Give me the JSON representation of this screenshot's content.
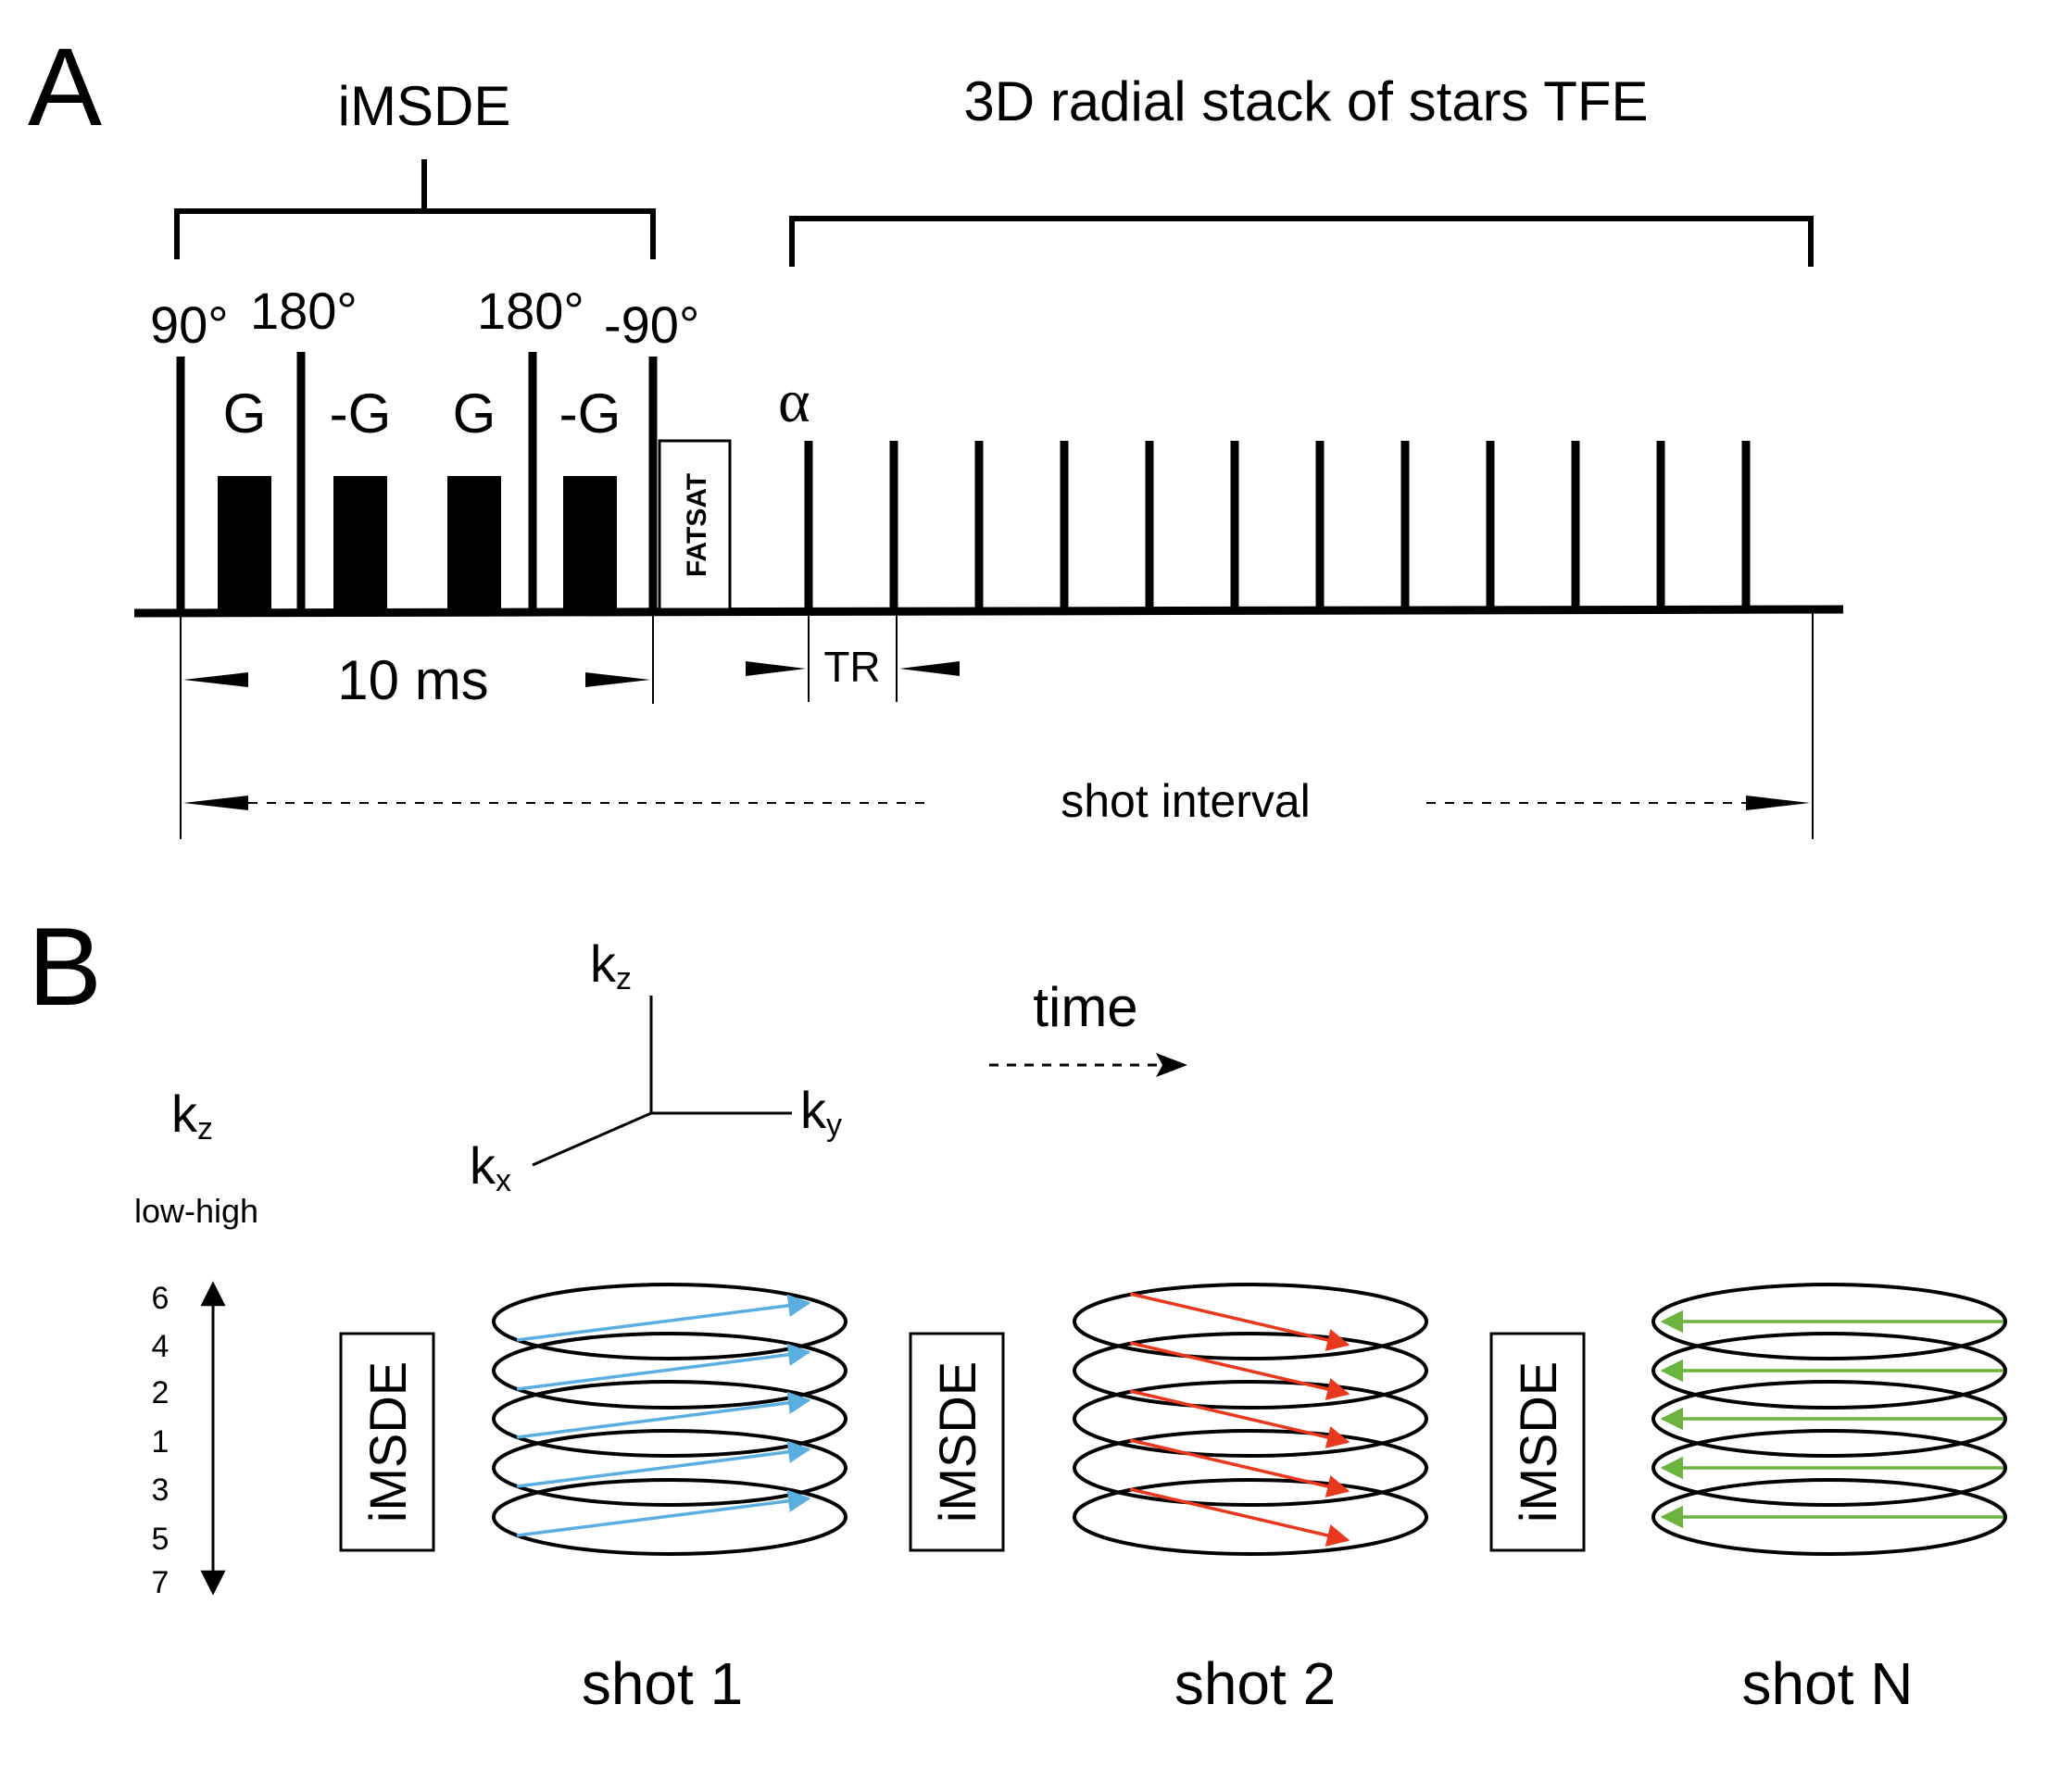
{
  "panel_a": {
    "panel_label": "A",
    "imsde_title": "iMSDE",
    "readout_title": "3D radial stack of stars TFE",
    "rf_labels": {
      "p90": "90°",
      "p180a": "180°",
      "p180b": "180°",
      "pm90": "-90°",
      "alpha": "α"
    },
    "gradient_labels": [
      "G",
      "-G",
      "G",
      "-G"
    ],
    "fatsat_label": "FATSAT",
    "duration_label": "10 ms",
    "tr_label": "TR",
    "shot_interval_label": "shot interval",
    "alpha_pulse_count": 12
  },
  "panel_b": {
    "panel_label": "B",
    "axes": {
      "kz": "k",
      "kz_sub": "z",
      "ky": "k",
      "ky_sub": "y",
      "kx": "k",
      "kx_sub": "x"
    },
    "time_label": "time",
    "kz_side_label": "k",
    "kz_side_sub": "z",
    "kz_order_label": "low-high",
    "kz_order": [
      "6",
      "4",
      "2",
      "1",
      "3",
      "5",
      "7"
    ],
    "imsde_box_labels": [
      "iMSDE",
      "iMSDE",
      "iMSDE"
    ],
    "shots": [
      {
        "label": "shot 1",
        "color": "#5aaee0"
      },
      {
        "label": "shot 2",
        "color": "#e8391f"
      },
      {
        "label": "shot N",
        "color": "#6cb33f"
      }
    ]
  }
}
